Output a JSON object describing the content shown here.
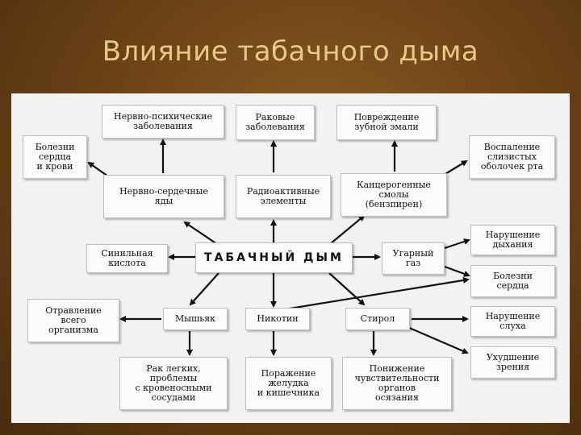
{
  "slide": {
    "title": "Влияние табачного дыма"
  },
  "diagram": {
    "center": "ТАБАЧНЫЙ ДЫМ",
    "boxes": {
      "neuro_psych": "Нервно-психические\nзаболевания",
      "cancer": "Раковые\nзаболевания",
      "enamel": "Повреждение\nзубной эмали",
      "heart_blood": "Болезни\nсердца\nи крови",
      "neuro_cardiac": "Нервно-сердечные\nяды",
      "radioactive": "Радиоактивные\nэлементы",
      "carcinogenic": "Канцерогенные\nсмолы\n(бензпирен)",
      "mouth_inflammation": "Воспаление\nслизистых\nоболочек рта",
      "hcn": "Синильная\nкислота",
      "co": "Угарный\nгаз",
      "breathing": "Нарушение\nдыхания",
      "heart": "Болезни\nсердца",
      "poisoning": "Отравление\nвсего\nорганизма",
      "arsenic": "Мышьяк",
      "nicotine": "Никотин",
      "styrene": "Стирол",
      "hearing": "Нарушение\nслуха",
      "lung_cancer": "Рак легких,\nпроблемы\nс кровеносными\nсосудами",
      "stomach": "Поражение\nжелудка\nи кишечника",
      "sensitivity": "Понижение\nчувствительности\nорганов\nосязания",
      "vision": "Ухудшение\nзрения"
    }
  }
}
